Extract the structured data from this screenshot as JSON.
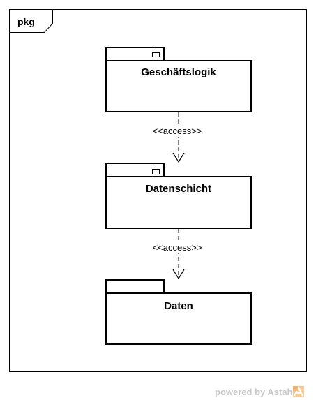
{
  "frame": {
    "label": "pkg"
  },
  "packages": [
    {
      "name": "Geschäftslogik",
      "model_icon": true
    },
    {
      "name": "Datenschicht",
      "model_icon": true
    },
    {
      "name": "Daten",
      "model_icon": false
    }
  ],
  "dependencies": [
    {
      "from": "Geschäftslogik",
      "to": "Datenschicht",
      "stereotype": "<<access>>"
    },
    {
      "from": "Datenschicht",
      "to": "Daten",
      "stereotype": "<<access>>"
    }
  ],
  "footer": {
    "text": "powered by Astah"
  },
  "colors": {
    "line": "#000000",
    "footer_text": "#c8c8c8",
    "logo_orange": "#f0a860",
    "logo_light": "#f6c99a"
  }
}
